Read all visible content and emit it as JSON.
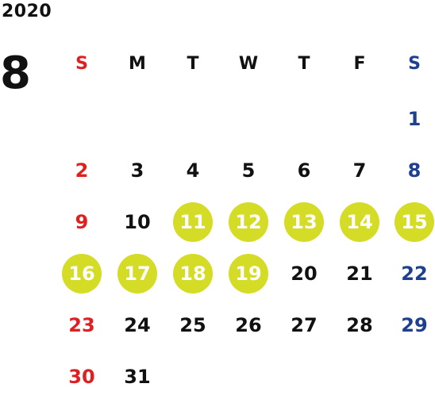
{
  "calendar": {
    "year": "2020",
    "month": "8",
    "weekdays": [
      "S",
      "M",
      "T",
      "W",
      "T",
      "F",
      "S"
    ],
    "first_weekday_index": 6,
    "days_in_month": 31,
    "highlighted_days": [
      11,
      12,
      13,
      14,
      15,
      16,
      17,
      18,
      19
    ],
    "colors": {
      "sunday": "#e02020",
      "saturday": "#1f3f8f",
      "weekday": "#111111",
      "highlight": "#d4dc26",
      "highlight_text": "#ffffff"
    }
  }
}
